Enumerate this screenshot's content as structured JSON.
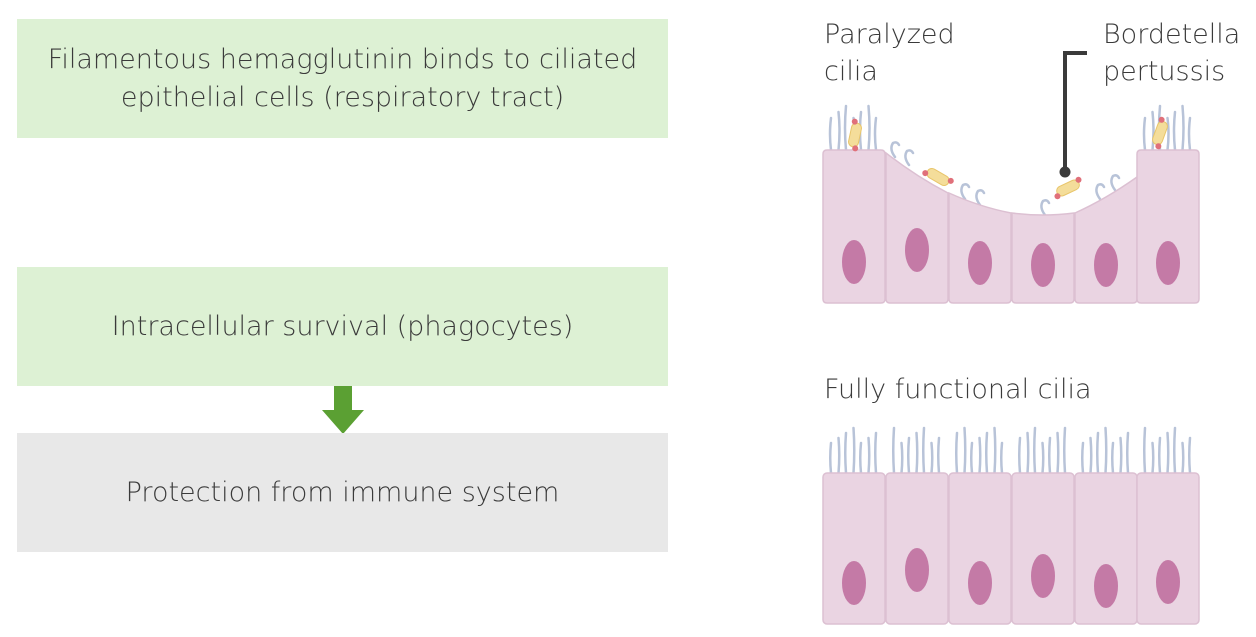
{
  "flow": {
    "step1": "Filamentous hemagglutinin binds to ciliated epithelial cells (respiratory tract)",
    "step2": "Intracellular survival (phagocytes)",
    "step3": "Protection from immune system"
  },
  "illustration": {
    "paralyzed_label": "Paralyzed cilia",
    "bacteria_label": "Bordetella pertussis",
    "functional_label": "Fully functional cilia"
  },
  "colors": {
    "green_box": "#ddf1d4",
    "gray_box": "#e8e8e8",
    "arrow": "#5ba033",
    "cell_fill": "#ead4e2",
    "nucleus": "#c47aa6",
    "cilia": "#b8c3d8",
    "bacterium": "#f4dd9a",
    "pilus": "#e0707a"
  },
  "icons": [
    "down-arrow-icon",
    "pointer-line-icon",
    "bacterium-icon"
  ]
}
